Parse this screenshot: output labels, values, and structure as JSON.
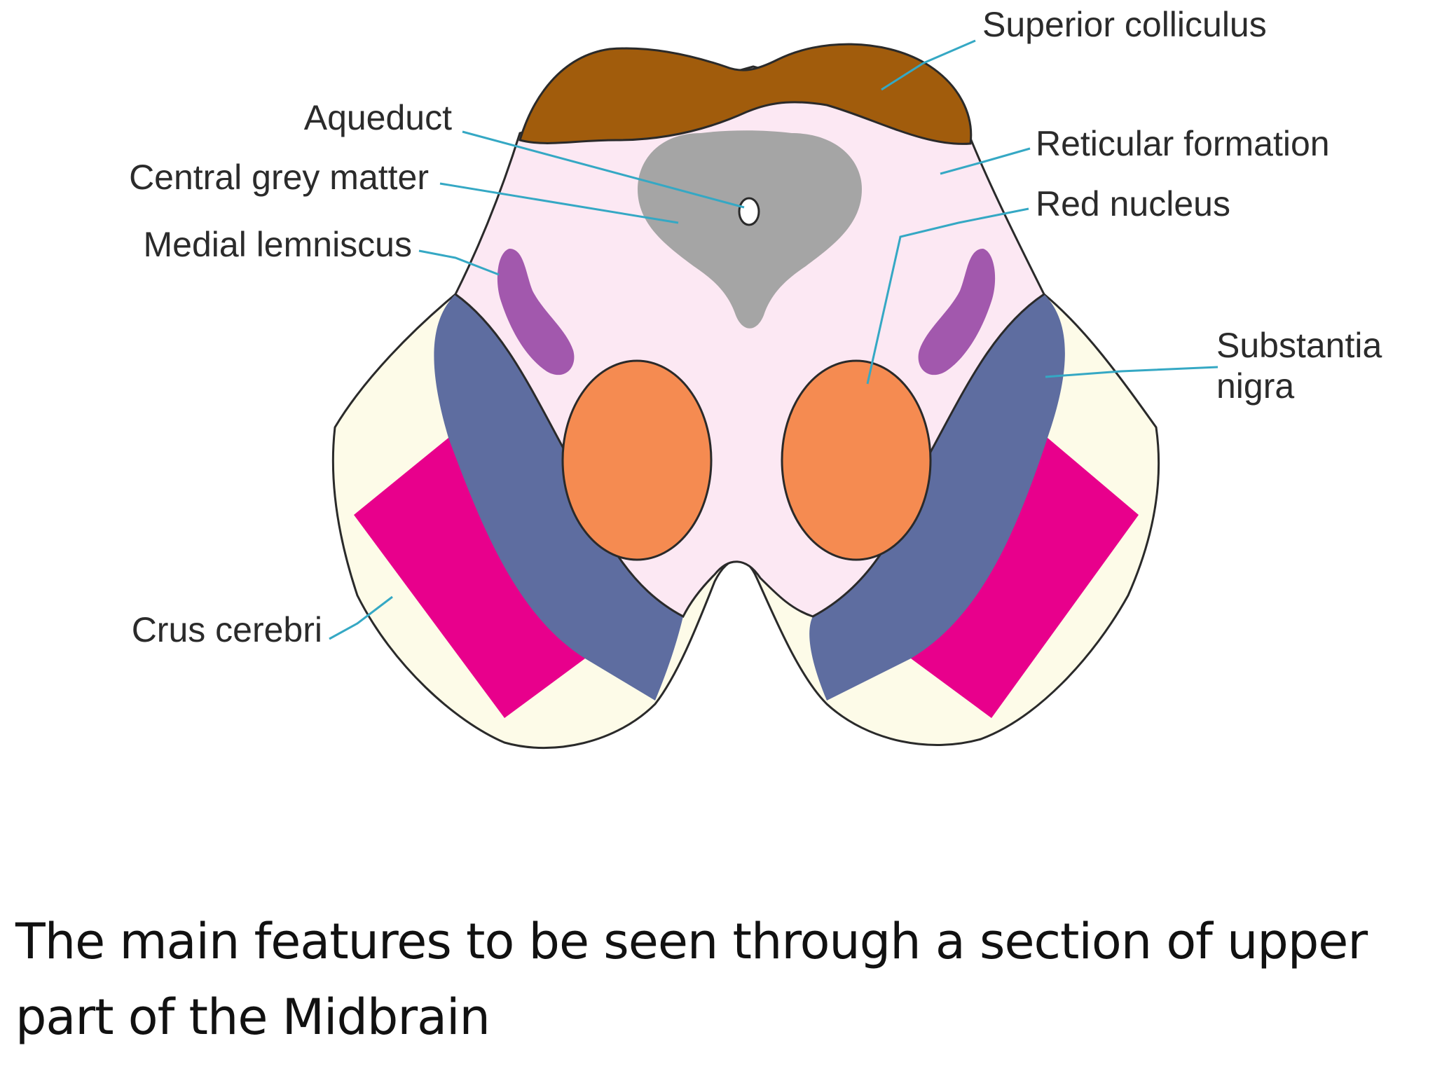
{
  "labels": {
    "superior_colliculus": "Superior colliculus",
    "aqueduct": "Aqueduct",
    "central_grey_matter": "Central grey matter",
    "medial_lemniscus": "Medial lemniscus",
    "reticular_formation": "Reticular formation",
    "red_nucleus": "Red nucleus",
    "substantia_nigra_line1": "Substantia",
    "substantia_nigra_line2": "nigra",
    "crus_cerebri": "Crus cerebri"
  },
  "caption": "The main features to be seen through a section of upper part of the Midbrain",
  "colors": {
    "background": "#ffffff",
    "tegmentum": "#fce8f3",
    "superior_colliculus": "#a15c0c",
    "central_grey_matter": "#a5a5a5",
    "medial_lemniscus": "#a258ad",
    "red_nucleus": "#f58b51",
    "substantia_nigra": "#5e6da0",
    "crus_cerebri": "#e8008c",
    "basis_edge": "#fdfbe8",
    "leader_line": "#35a8c4"
  }
}
